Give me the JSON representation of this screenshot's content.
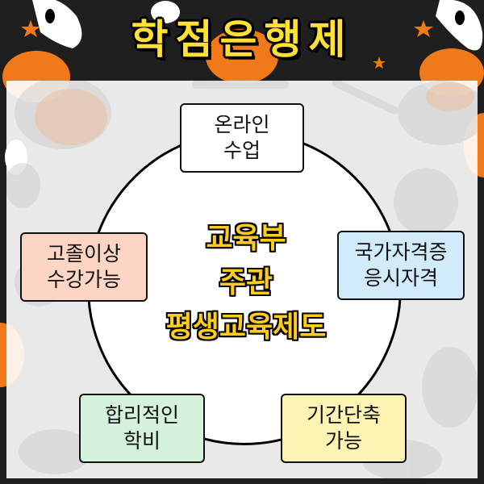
{
  "title": "학점은행제",
  "center": {
    "line1": "교육부",
    "line2": "주관",
    "line3": "평생교육제도"
  },
  "nodes": {
    "top": {
      "line1": "온라인",
      "line2": "수업",
      "color": "#ffffff"
    },
    "left": {
      "line1": "고졸이상",
      "line2": "수강가능",
      "color": "#fdd5c4"
    },
    "right": {
      "line1": "국가자격증",
      "line2": "응시자격",
      "color": "#d2ebfa"
    },
    "bottom_left": {
      "line1": "합리적인",
      "line2": "학비",
      "color": "#d5f2dc"
    },
    "bottom_right": {
      "line1": "기간단축",
      "line2": "가능",
      "color": "#fdf3b2"
    }
  },
  "colors": {
    "title_text": "#ffe033",
    "center_text": "#ffcc1a",
    "background": "#1f1f1f",
    "pumpkin": "#f07a1a"
  }
}
